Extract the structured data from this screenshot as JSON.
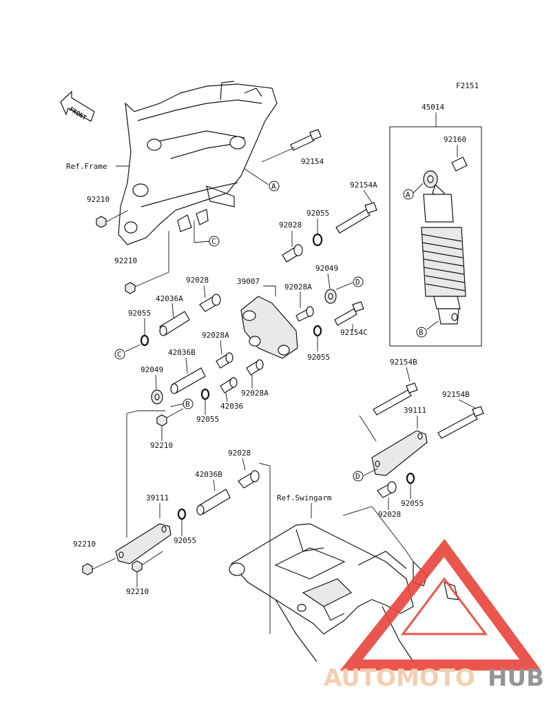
{
  "diagram_id": "F2151",
  "front_arrow": "FRONT",
  "ref_labels": {
    "frame": "Ref.Frame",
    "swingarm": "Ref.Swingarm"
  },
  "shock_label": "45014",
  "part_labels": {
    "p92154": "92154",
    "p92154A": "92154A",
    "p92210_a": "92210",
    "p92210_b": "92210",
    "p92055_a": "92055",
    "p92028_a": "92028",
    "p92028_b": "92028",
    "p39007": "39007",
    "p92028A_a": "92028A",
    "p92049_a": "92049",
    "p42036A": "42036A",
    "p92055_b": "92055",
    "p92154C": "92154C",
    "p92028A_b": "92028A",
    "p92055_c": "92055",
    "p42036B_a": "42036B",
    "p92049_b": "92049",
    "p42036": "42036",
    "p92028A_c": "92028A",
    "p92055_d": "92055",
    "p92210_c": "92210",
    "p92160": "92160",
    "p92154B_a": "92154B",
    "p92154B_b": "92154B",
    "p39111_a": "39111",
    "p92028_c": "92028",
    "p42036B_b": "42036B",
    "p39111_b": "39111",
    "p92055_e": "92055",
    "p92210_d": "92210",
    "p92210_e": "92210",
    "p92028_d": "92028",
    "p92055_f": "92055"
  },
  "callouts": {
    "A1": "A",
    "A2": "A",
    "C1": "C",
    "C2": "C",
    "D1": "D",
    "D2": "D",
    "B1": "B",
    "B2": "B"
  },
  "watermark": {
    "part1": "AUTOMOTO",
    "part2": "HUB",
    "color1": "#f3c9a8",
    "color2": "#8a8a8a",
    "triangle_color": "#e8443a"
  }
}
